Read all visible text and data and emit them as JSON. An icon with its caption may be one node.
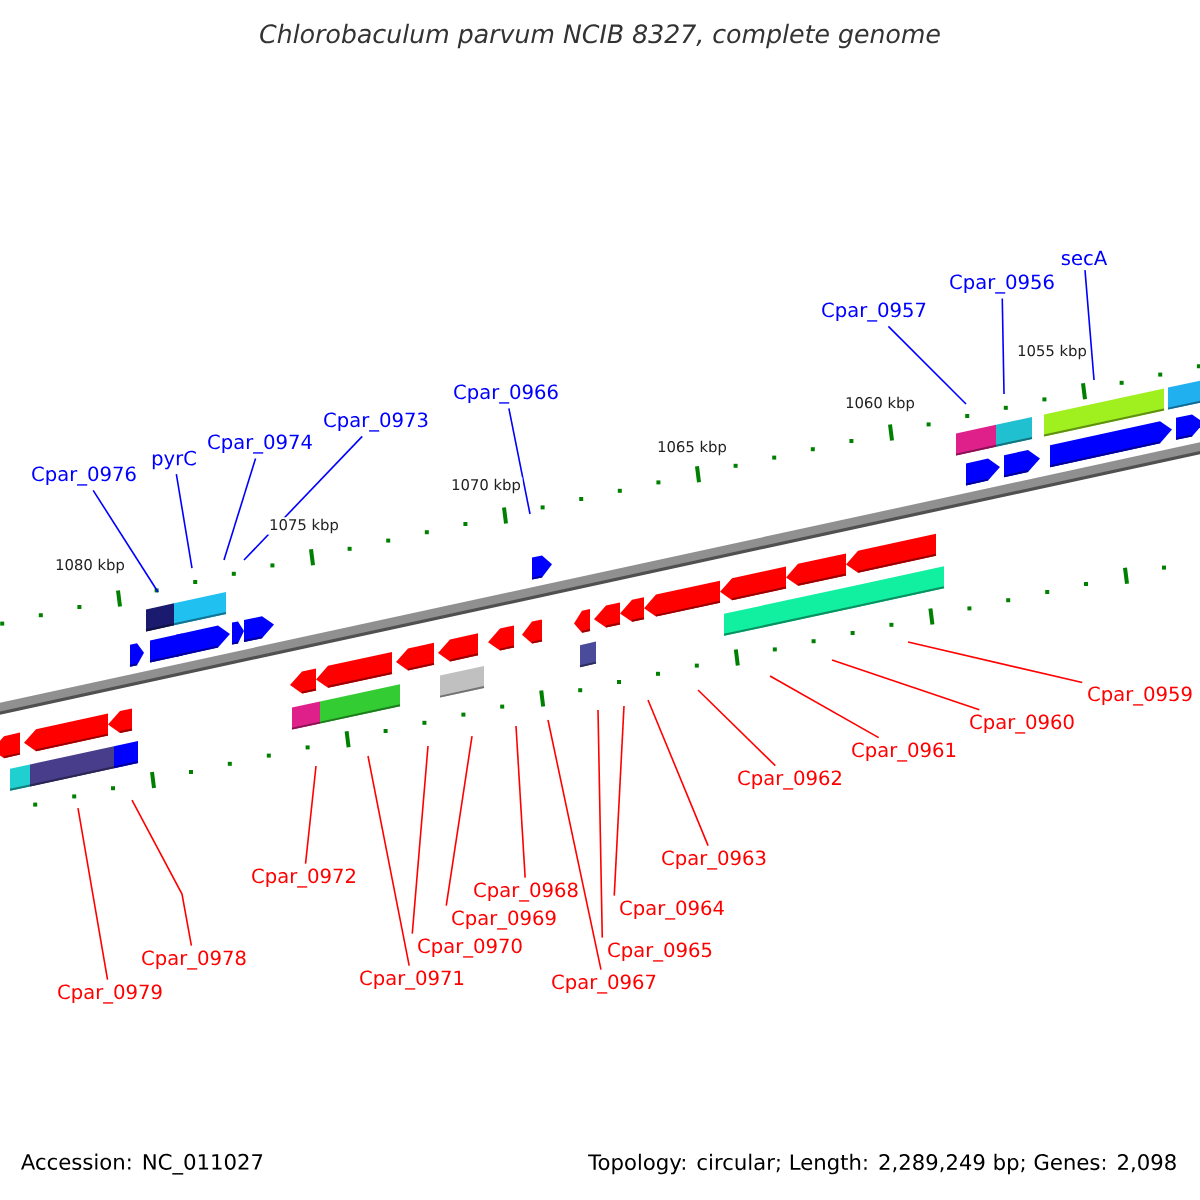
{
  "diagram": {
    "title": "Chlorobaculum parvum NCIB 8327, complete genome",
    "nodes": [
      {
        "text": [
          "Cpar_0976"
        ]
      },
      {
        "text": [
          "pyrC"
        ]
      },
      {
        "text": [
          "Cpar_0974"
        ]
      },
      {
        "text": [
          "Cpar_0973"
        ]
      },
      {
        "text": [
          "Cpar_0966"
        ]
      },
      {
        "text": [
          "Cpar_0957"
        ]
      },
      {
        "text": [
          "Cpar_0956"
        ]
      },
      {
        "text": [
          "secA"
        ]
      },
      {
        "text": [
          "Cpar_0959"
        ]
      },
      {
        "text": [
          "Cpar_0960"
        ]
      },
      {
        "text": [
          "Cpar_0961"
        ]
      },
      {
        "text": [
          "Cpar_0962"
        ]
      },
      {
        "text": [
          "Cpar_0963"
        ]
      },
      {
        "text": [
          "Cpar_0964"
        ]
      },
      {
        "text": [
          "Cpar_0965"
        ]
      },
      {
        "text": [
          "Cpar_0967"
        ]
      },
      {
        "text": [
          "Cpar_0968"
        ]
      },
      {
        "text": [
          "Cpar_0969"
        ]
      },
      {
        "text": [
          "Cpar_0970"
        ]
      },
      {
        "text": [
          "Cpar_0971"
        ]
      },
      {
        "text": [
          "Cpar_0972"
        ]
      },
      {
        "text": [
          "Cpar_0978"
        ]
      },
      {
        "text": [
          "Cpar_0979"
        ]
      }
    ],
    "edges": [
      {
        "from": 0,
        "to": null,
        "arrow": "none",
        "color": "#0000ff"
      },
      {
        "from": 1,
        "to": null,
        "arrow": "none",
        "color": "#0000ff"
      },
      {
        "from": 2,
        "to": null,
        "arrow": "none",
        "color": "#0000ff"
      },
      {
        "from": 3,
        "to": null,
        "arrow": "none",
        "color": "#0000ff"
      },
      {
        "from": 4,
        "to": null,
        "arrow": "none",
        "color": "#0000ff"
      },
      {
        "from": 5,
        "to": null,
        "arrow": "none",
        "color": "#0000ff"
      },
      {
        "from": 6,
        "to": null,
        "arrow": "none",
        "color": "#0000ff"
      },
      {
        "from": 7,
        "to": null,
        "arrow": "none",
        "color": "#0000ff"
      },
      {
        "from": 8,
        "to": null,
        "arrow": "none"
      },
      {
        "from": 9,
        "to": null,
        "arrow": "none"
      },
      {
        "from": 10,
        "to": null,
        "arrow": "none"
      },
      {
        "from": 11,
        "to": null,
        "arrow": "none"
      },
      {
        "from": 12,
        "to": null,
        "arrow": "none"
      },
      {
        "from": 13,
        "to": null,
        "arrow": "none"
      },
      {
        "from": 14,
        "to": null,
        "arrow": "none"
      },
      {
        "from": 15,
        "to": null,
        "arrow": "none"
      },
      {
        "from": 16,
        "to": null,
        "arrow": "none"
      },
      {
        "from": 17,
        "to": null,
        "arrow": "none"
      },
      {
        "from": 18,
        "to": null,
        "arrow": "none"
      },
      {
        "from": 19,
        "to": null,
        "arrow": "none"
      },
      {
        "from": 20,
        "to": null,
        "arrow": "none"
      },
      {
        "from": 21,
        "to": null,
        "arrow": "none"
      },
      {
        "from": 22,
        "to": null,
        "arrow": "none"
      }
    ],
    "labels": [
      "1055 kbp",
      "1060 kbp",
      "1065 kbp",
      "1070 kbp",
      "1075 kbp",
      "1080 kbp",
      "Accession: NC_011027",
      "Topology: circular; Length: 2,289,249 bp; Genes: 2,098"
    ]
  }
}
